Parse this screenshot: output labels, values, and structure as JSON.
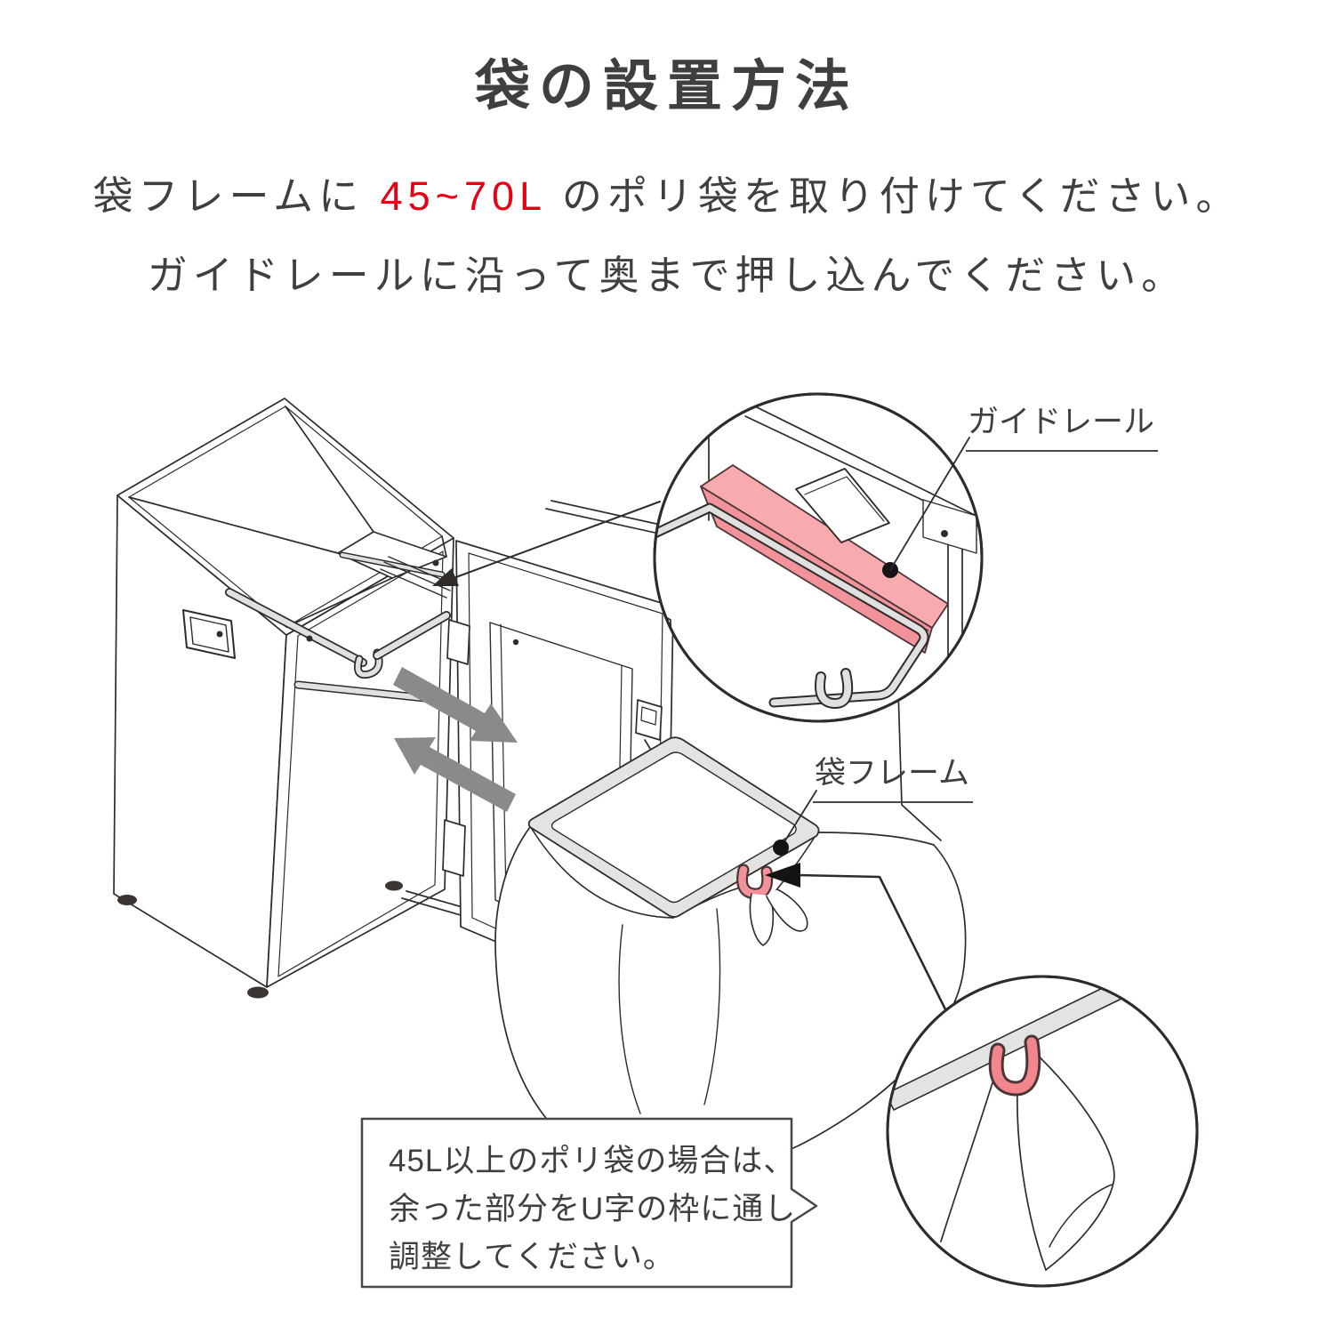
{
  "title": "袋の設置方法",
  "instructions": {
    "line1_pre": "袋フレームに ",
    "line1_highlight": "45~70L",
    "line1_post": " のポリ袋を取り付けてください。",
    "line2": "ガイドレールに沿って奥まで押し込んでください。"
  },
  "labels": {
    "guide_rail": "ガイドレール",
    "bag_frame": "袋フレーム"
  },
  "note": {
    "line1": "45L以上のポリ袋の場合は、",
    "line2": "余った部分をU字の枠に通し",
    "line3": "調整してください。"
  },
  "colors": {
    "text": "#3f3f3f",
    "accent_red": "#e60012",
    "highlight_pink": "#f2929a",
    "highlight_pink_light": "#f7abae",
    "line_dark": "#2f2b29",
    "metal_gray": "#e0e0e0",
    "arrow_gray": "#8a8a8a"
  },
  "icons": {
    "push_arrow": "arrow-down-right-icon",
    "pull_arrow": "arrow-up-left-icon",
    "pointer_arrows": "leader-arrow-icon",
    "callout_dots": "leader-dot-icon"
  }
}
